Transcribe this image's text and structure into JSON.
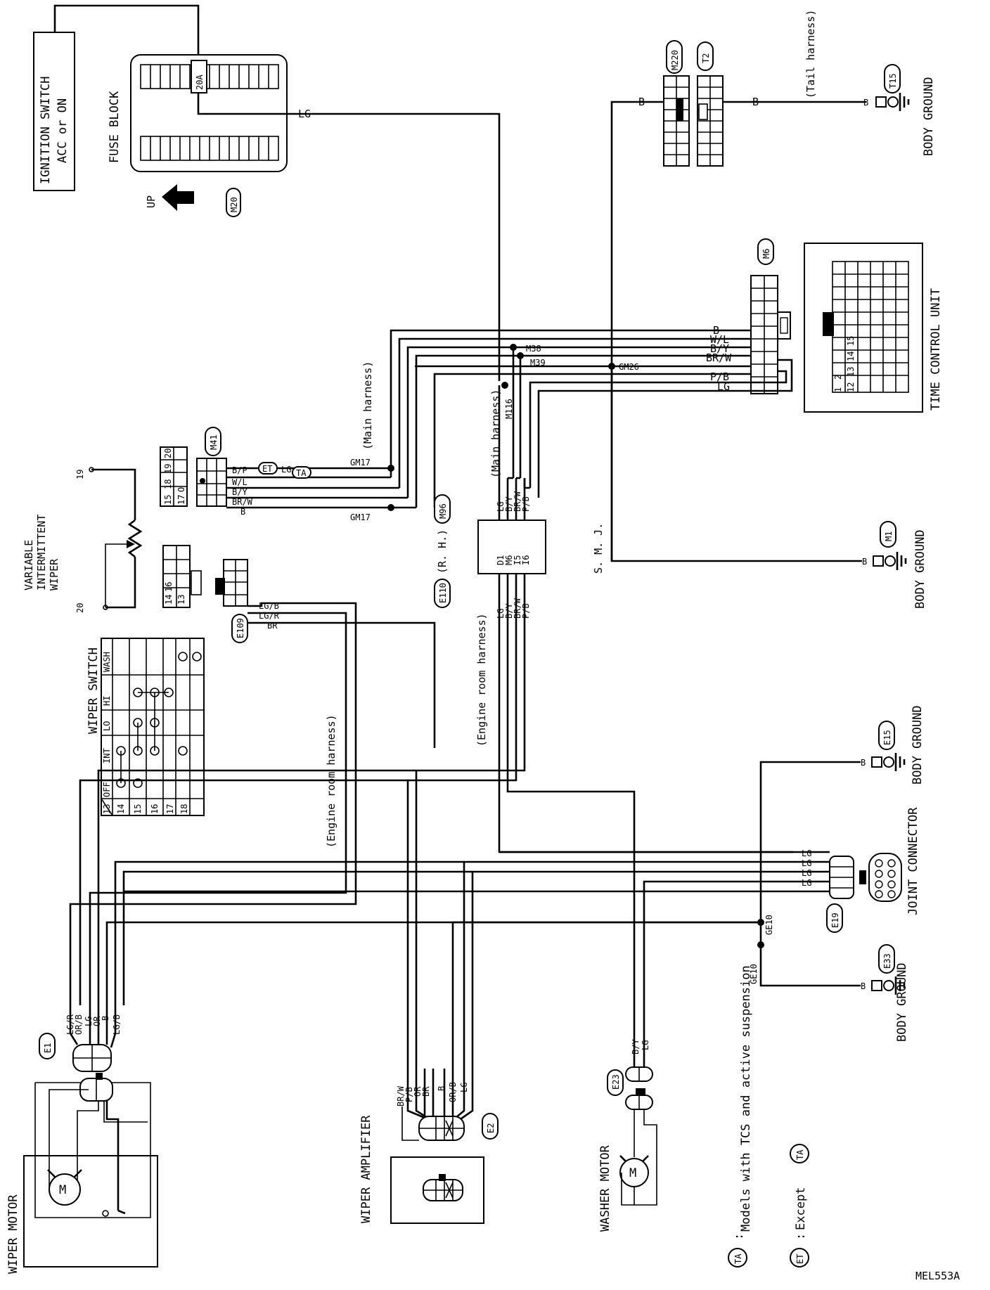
{
  "diagram_code": "MEL553A",
  "ignition_switch": {
    "line1": "IGNITION SWITCH",
    "line2": "ACC or ON"
  },
  "fuse_block": {
    "label": "FUSE BLOCK",
    "fuse": "20A",
    "connector": "M20",
    "up_label": "UP"
  },
  "wires": {
    "fuse_out": "LG",
    "m220_left": "B",
    "t2_right": "B",
    "tail_harness": "(Tail harness)",
    "m6_pins": [
      "B",
      "W/L",
      "B/Y",
      "BR/W",
      "P/B",
      "LG"
    ],
    "m41_pins": [
      "B/P",
      "W/L",
      "B/Y",
      "BR/W",
      "B"
    ],
    "m96_top": [
      "LG",
      "B/Y",
      "BR/W",
      "P/B"
    ],
    "m96_pins": [
      "D1",
      "M6",
      "I5",
      "I6"
    ],
    "m96_bottom": [
      "LG",
      "B/Y",
      "BR/W",
      "P/B"
    ],
    "e109_pins": [
      "LG/B",
      "LG/R",
      "BR"
    ],
    "e19_pins": [
      "LG",
      "LG",
      "LG",
      "LG"
    ],
    "e1_pins": [
      "LG/R",
      "OR/B",
      "LG",
      "OR",
      "B",
      "LG/B"
    ],
    "e2_pins": [
      "BR/W",
      "P/B",
      "OR",
      "BR",
      "B",
      "OR/B",
      "LG"
    ],
    "e23_pins": [
      "B/Y",
      "LG"
    ],
    "m1_wire": "B",
    "t15_wire": "B",
    "e15_wire": "B",
    "e33_wire": "B"
  },
  "connectors": {
    "m220": "M220",
    "t2": "T2",
    "t15": "T15",
    "m6": "M6",
    "m41": "M41",
    "m96": "M96",
    "m96_side": "(R. H.)",
    "e110": "E110",
    "e109": "E109",
    "m1": "M1",
    "e15": "E15",
    "e19": "E19",
    "e33": "E33",
    "e1": "E1",
    "e2": "E2",
    "e23": "E23"
  },
  "joints": {
    "m38": "M38",
    "m39": "M39",
    "m116": "M116",
    "gm26": "GM26",
    "gm17a": "GM17",
    "gm17b": "GM17",
    "ge10a": "GE10",
    "ge10b": "GE10"
  },
  "labels": {
    "body_ground": "BODY GROUND",
    "time_control_unit": "TIME CONTROL UNIT",
    "tcu_pins": [
      "1",
      "2",
      "12",
      "13",
      "14",
      "15"
    ],
    "main_harness": "(Main harness)",
    "engine_room_harness": "(Engine room harness)",
    "smj": "S. M. J.",
    "variable_wiper": [
      "VARIABLE",
      "INTERMITTENT",
      "WIPER"
    ],
    "resistor_top": "19",
    "resistor_bottom": "20",
    "m41_pin_numbers": [
      "15",
      "18",
      "19",
      "20",
      "17",
      "O"
    ],
    "e109_pin_numbers": [
      "14",
      "16",
      "13"
    ],
    "joint_connector": "JOINT CONNECTOR",
    "wiper_motor": "WIPER MOTOR",
    "wiper_amplifier": "WIPER AMPLIFIER",
    "washer_motor": "WASHER MOTOR",
    "et_tag": "ET",
    "ta_tag": "TA",
    "legend_ta": "Models with TCS and active suspension",
    "legend_et": "Except",
    "legend_colon": ":"
  },
  "wiper_switch": {
    "title": "WIPER SWITCH",
    "columns": [
      "OFF",
      "INT",
      "LO",
      "HI",
      "WASH"
    ],
    "rows": [
      "13",
      "14",
      "15",
      "16",
      "17",
      "18"
    ]
  }
}
